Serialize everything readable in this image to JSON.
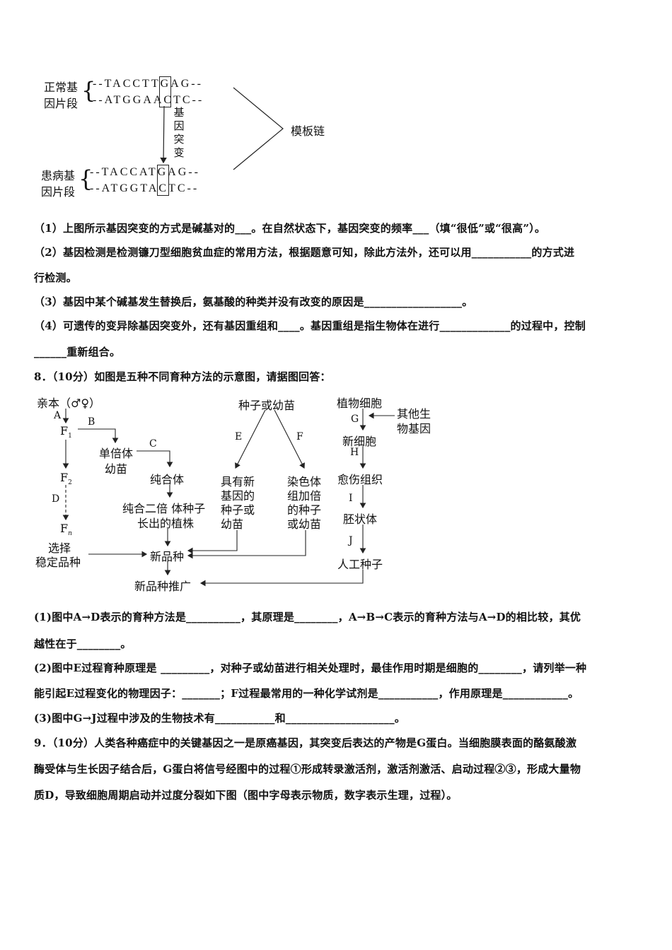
{
  "diagram1": {
    "normal_label_1": "正常基",
    "normal_label_2": "因片段",
    "normal_seq_1": "--TACCTTGAG--",
    "normal_seq_2": "--ATGGAACTC--",
    "disease_label_1": "患病基",
    "disease_label_2": "因片段",
    "disease_seq_1": "--TACCATGAG--",
    "disease_seq_2": "--ATGGTACTC--",
    "mutation_label": "基因突变",
    "template_label": "模板链"
  },
  "q7": {
    "p1": "（1）上图所示基因突变的方式是碱基对的___。在自然状态下，基因突变的频率___（填“很低”或“很高”）。",
    "p2a": "（2）基因检测是检测镰刀型细胞贫血症的常用方法，根据题意可知，除此方法外，还可以用___________的方式进",
    "p2b": "行检测。",
    "p3": "（3）基因中某个碱基发生替换后，氨基酸的种类并没有改变的原因是__________________。",
    "p4a": "（4）可遗传的变异除基因突变外，还有基因重组和____。基因重组是指生物体在进行_____________的过程中，控制",
    "p4b": "______重新组合。"
  },
  "q8": {
    "title": "8．（10分）如图是五种不同育种方法的示意图，请据图回答：",
    "d": {
      "parent": "亲本（♂♀）",
      "A": "A",
      "F1": "F",
      "F1sub": "1",
      "B": "B",
      "C": "C",
      "haploid1": "单倍体",
      "haploid2": "幼苗",
      "pure": "纯合体",
      "diploid1": "纯合二倍 体种子",
      "diploid2": "长出的植株",
      "F2": "F",
      "F2sub": "2",
      "D": "D",
      "Fn": "F",
      "Fnsub": "n",
      "select1": "选择",
      "select2": "稳定品种",
      "seed": "种子或幼苗",
      "E": "E",
      "F": "F",
      "newgene1": "具有新",
      "newgene2": "基因的",
      "newgene3": "种子或",
      "newgene4": "幼苗",
      "chrom1": "染色体",
      "chrom2": "组加倍",
      "chrom3": "的种子",
      "chrom4": "或幼苗",
      "newvar": "新品种",
      "promote": "新品种推广",
      "plantcell": "植物细胞",
      "G": "G",
      "other1": "其他生",
      "other2": "物基因",
      "newcell": "新细胞",
      "H": "H",
      "callus": "愈伤组织",
      "I": "I",
      "embryo": "胚状体",
      "J": "J",
      "artseed": "人工种子"
    },
    "p1a": "(1)图中A→D表示的育种方法是__________，其原理是________，A→B→C表示的育种方法与A→D的相比较，其优",
    "p1b": "越性在于________。",
    "p2a": "(2)图中E过程育种原理是 _________，对种子或幼苗进行相关处理时，最佳作用时期是细胞的________，请列举一种",
    "p2b": "能引起E过程变化的物理因子：_______；F过程最常用的一种化学试剂是___________，作用原理是____________。",
    "p3": "(3)图中G→J过程中涉及的生物技术有___________和____________________。"
  },
  "q9": {
    "l1": "9．（10分）人类各种癌症中的关键基因之一是原癌基因，其突变后表达的产物是G蛋白。当细胞膜表面的酪氨酸激",
    "l2": "酶受体与生长因子结合后，G蛋白将信号经图中的过程①形成转录激活剂，激活剂激活、启动过程②③，形成大量物",
    "l3": "质D，导致细胞周期启动并过度分裂如下图（图中字母表示物质，数字表示生理，过程）。"
  }
}
